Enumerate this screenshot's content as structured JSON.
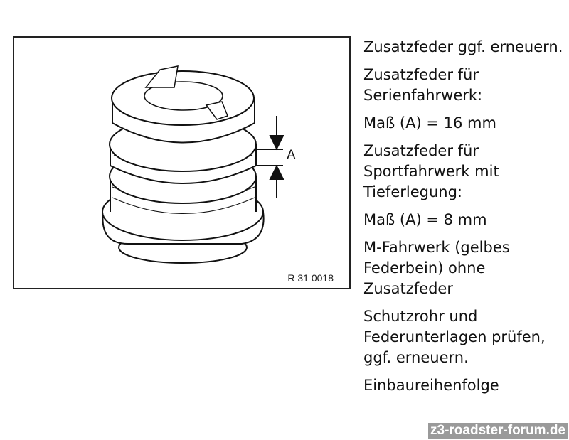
{
  "figure": {
    "label": "R 31 0018",
    "dimension_label": "A"
  },
  "paragraphs": [
    "Zusatzfeder ggf. erneuern.",
    "Zusatzfeder für Serienfahrwerk:",
    "Maß (A) = 16 mm",
    "Zusatzfeder für Sportfahrwerk mit Tieferlegung:",
    "Maß (A) = 8 mm",
    "M-Fahrwerk (gelbes Federbein) ohne Zusatzfeder",
    "Schutzrohr und Federunterlagen prüfen, ggf. erneuern.",
    "Einbaureihenfolge"
  ],
  "watermark": "z3-roadster-forum.de"
}
